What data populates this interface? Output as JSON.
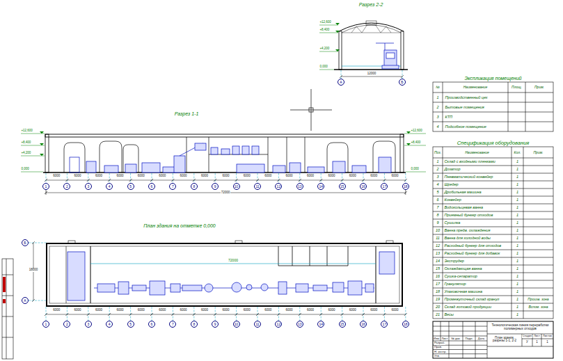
{
  "diagram": {
    "nodes": [
      {
        "text": [
          "А"
        ]
      },
      {
        "text": [
          "Б"
        ]
      },
      {
        "text": [
          "1"
        ]
      },
      {
        "text": [
          "2"
        ]
      },
      {
        "text": [
          "3"
        ]
      },
      {
        "text": [
          "4"
        ]
      },
      {
        "text": [
          "5"
        ]
      },
      {
        "text": [
          "6"
        ]
      },
      {
        "text": [
          "7"
        ]
      },
      {
        "text": [
          "8"
        ]
      },
      {
        "text": [
          "9"
        ]
      },
      {
        "text": [
          "10"
        ]
      },
      {
        "text": [
          "11"
        ]
      },
      {
        "text": [
          "12"
        ]
      },
      {
        "text": [
          "13"
        ]
      },
      {
        "text": [
          "14"
        ]
      },
      {
        "text": [
          "15"
        ]
      },
      {
        "text": [
          "16"
        ]
      },
      {
        "text": [
          "17"
        ]
      },
      {
        "text": [
          "18"
        ]
      },
      {
        "text": [
          "1"
        ]
      },
      {
        "text": [
          "2"
        ]
      },
      {
        "text": [
          "3"
        ]
      },
      {
        "text": [
          "4"
        ]
      },
      {
        "text": [
          "5"
        ]
      },
      {
        "text": [
          "6"
        ]
      },
      {
        "text": [
          "7"
        ]
      },
      {
        "text": [
          "8"
        ]
      },
      {
        "text": [
          "9"
        ]
      },
      {
        "text": [
          "10"
        ]
      },
      {
        "text": [
          "11"
        ]
      },
      {
        "text": [
          "12"
        ]
      },
      {
        "text": [
          "13"
        ]
      },
      {
        "text": [
          "14"
        ]
      },
      {
        "text": [
          "15"
        ]
      },
      {
        "text": [
          "16"
        ]
      },
      {
        "text": [
          "17"
        ]
      },
      {
        "text": [
          "18"
        ]
      },
      {
        "text": [
          "Б"
        ]
      },
      {
        "text": [
          "А"
        ]
      }
    ],
    "labels": [
      "Разрез 2-2",
      "Разрез 1-1",
      "План здания на отметке 0,000",
      "+12,600",
      "+8,400",
      "+4,200",
      "0,000",
      "12000",
      "+12,600",
      "+8,400",
      "+4,200",
      "0,000",
      "+12,600",
      "+8,400",
      "0,000",
      "72000",
      "72000",
      "18000",
      "6000",
      "6000",
      "6000",
      "6000",
      "6000",
      "6000",
      "6000",
      "6000",
      "6000",
      "6000",
      "6000",
      "6000",
      "6000",
      "6000",
      "6000",
      "6000",
      "6000",
      "6000",
      "6000",
      "6000",
      "6000",
      "6000",
      "6000",
      "6000",
      "6000",
      "6000",
      "6000",
      "6000",
      "6000",
      "6000",
      "6000",
      "6000",
      "6000",
      "6000",
      "Экспликация помещений",
      "№",
      "Наименование",
      "Площ.",
      "Прим.",
      "1",
      "Производственный цех",
      "2",
      "Бытовые помещения",
      "3",
      "КТП",
      "4",
      "Подсобное помещение",
      "Спецификация оборудования",
      "Поз.",
      "Наименование",
      "Кол.",
      "Прим.",
      "1",
      "Склад с входными пленками",
      "1",
      "2",
      "Дозатор",
      "1",
      "3",
      "Пневматический конвейер",
      "1",
      "4",
      "Шредер",
      "1",
      "5",
      "Дробильная машина",
      "1",
      "6",
      "Конвейер",
      "1",
      "7",
      "Водокольцевая ванна",
      "1",
      "8",
      "Приемный бункер отходов",
      "1",
      "9",
      "Сушилка",
      "1",
      "10",
      "Ванна предв. охлаждения",
      "1",
      "11",
      "Ванна для холодной воды",
      "1",
      "12",
      "Расходный бункер для отходов",
      "1",
      "13",
      "Расходный бункер для добавок",
      "1",
      "14",
      "Экструдер",
      "1",
      "15",
      "Охлаждающая ванна",
      "1",
      "16",
      "Сушка-сепаратор",
      "1",
      "17",
      "Гранулятор",
      "1",
      "18",
      "Упаковочная машина",
      "1",
      "19",
      "Промежуточный склад гранул",
      "1",
      "Произв. зона",
      "20",
      "Склад готовой продукции",
      "1",
      "Вспом. зона",
      "21",
      "Весы",
      "1",
      "Изм.",
      "Лист",
      "№ док.",
      "Подп.",
      "Дата",
      "Разраб.",
      "Пров.",
      "Н. контр.",
      "Утв.",
      "Стадия",
      "Лист",
      "Листов",
      "У",
      "1",
      "1",
      "План здания, разрезы 1-1, 2-2",
      "Технологическая линия переработки полимерных отходов"
    ]
  }
}
